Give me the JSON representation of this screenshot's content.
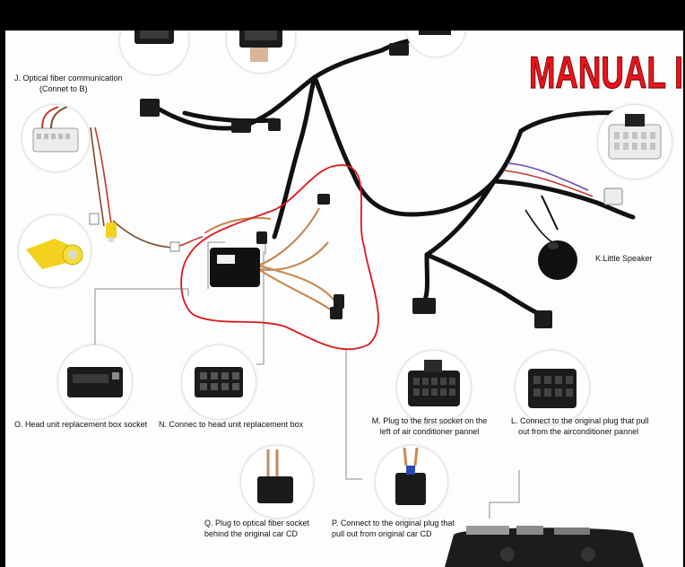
{
  "banner": {
    "text": "MANUAL I",
    "color": "#e8141c"
  },
  "labels": {
    "j_line1": "J. Optical fiber communication",
    "j_line2": "(Connet to B)",
    "k": "K.Little Speaker",
    "o": "O. Head unit replacement box socket",
    "n": "N. Connec to head unit replacement box",
    "m_line1": "M. Plug to the first socket on the",
    "m_line2": "left of air conditioner pannel",
    "l_line1": "L. Connect to the original plug that pull",
    "l_line2": "out from the airconditioner pannel",
    "q_line1": "Q. Plug to optical fiber socket",
    "q_line2": "behind the original car CD",
    "p_line1": "P. Connect to the original plug that",
    "p_line2": "pull out from original car CD"
  },
  "colors": {
    "harness": "#111111",
    "fiber": "#c98a55",
    "highlight": "#e0161b",
    "rca": "#f2d21c",
    "connector_white": "#e9e9e9",
    "connector_black": "#1b1b1b",
    "wire_red": "#c0392b",
    "wire_brown": "#7a4a2a",
    "wire_purple": "#6a4bb0"
  },
  "icons": [
    "rca-plug-icon",
    "white-connector-icon",
    "black-connector-icon",
    "speaker-icon",
    "fiber-box-icon"
  ]
}
